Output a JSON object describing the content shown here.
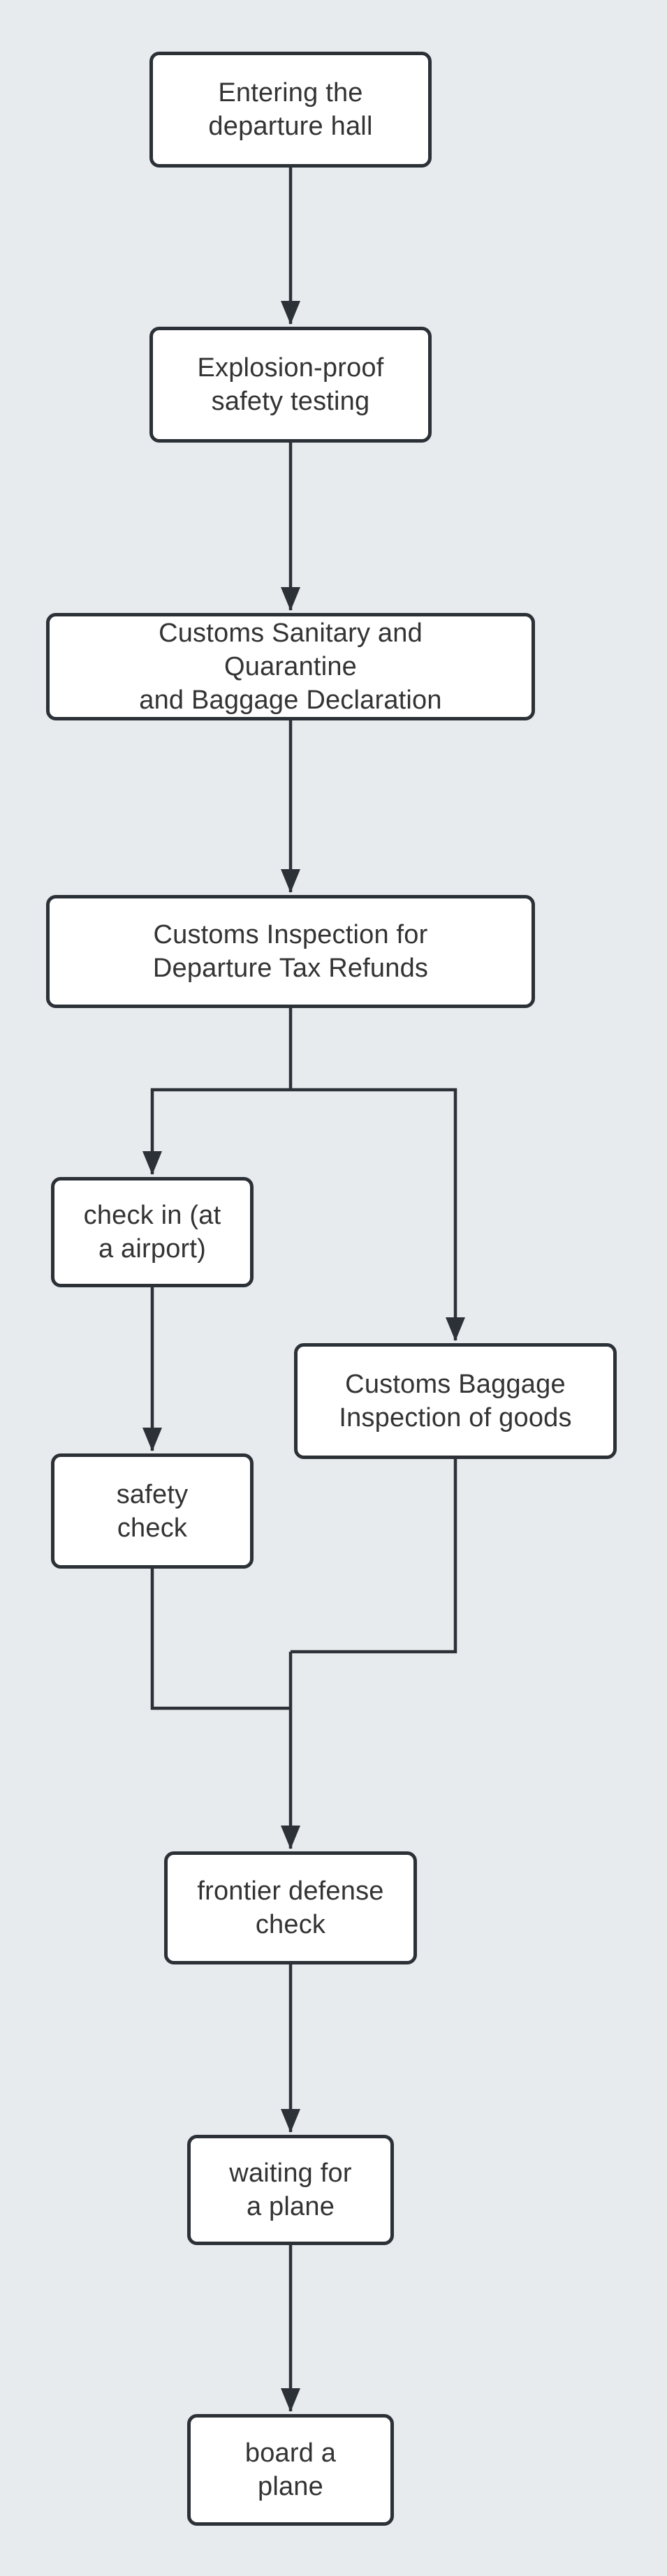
{
  "diagram": {
    "type": "flowchart",
    "direction": "top-down",
    "colors": {
      "background": "#e8ebee",
      "node_fill": "#ffffff",
      "node_border": "#2b3137",
      "edge_line": "#2b3137",
      "arrowhead": "#2b3137",
      "text": "#333333"
    },
    "nodes": [
      {
        "id": "A",
        "label": "Entering the\ndeparture hall"
      },
      {
        "id": "B",
        "label": "Explosion-proof\nsafety testing"
      },
      {
        "id": "C",
        "label": "Customs Sanitary and\nQuarantine\nand Baggage Declaration"
      },
      {
        "id": "D",
        "label": "Customs Inspection for\nDeparture Tax Refunds"
      },
      {
        "id": "E",
        "label": "check in (at\na airport)"
      },
      {
        "id": "F",
        "label": "Customs Baggage\nInspection of goods"
      },
      {
        "id": "G",
        "label": "safety\ncheck"
      },
      {
        "id": "H",
        "label": "frontier defense\ncheck"
      },
      {
        "id": "I",
        "label": "waiting for\na plane"
      },
      {
        "id": "J",
        "label": "board a\nplane"
      }
    ],
    "edges": [
      {
        "from": "Entering the departure hall",
        "to": "Explosion-proof safety testing"
      },
      {
        "from": "Explosion-proof safety testing",
        "to": "Customs Sanitary and Quarantine and Baggage Declaration"
      },
      {
        "from": "Customs Sanitary and Quarantine and Baggage Declaration",
        "to": "Customs Inspection for Departure Tax Refunds"
      },
      {
        "from": "Customs Inspection for Departure Tax Refunds",
        "to": "check in (at a airport)"
      },
      {
        "from": "Customs Inspection for Departure Tax Refunds",
        "to": "Customs Baggage Inspection of goods"
      },
      {
        "from": "check in (at a airport)",
        "to": "safety check"
      },
      {
        "from": "safety check",
        "to": "frontier defense check"
      },
      {
        "from": "Customs Baggage Inspection of goods",
        "to": "frontier defense check"
      },
      {
        "from": "frontier defense check",
        "to": "waiting for a plane"
      },
      {
        "from": "waiting for a plane",
        "to": "board a plane"
      }
    ]
  }
}
